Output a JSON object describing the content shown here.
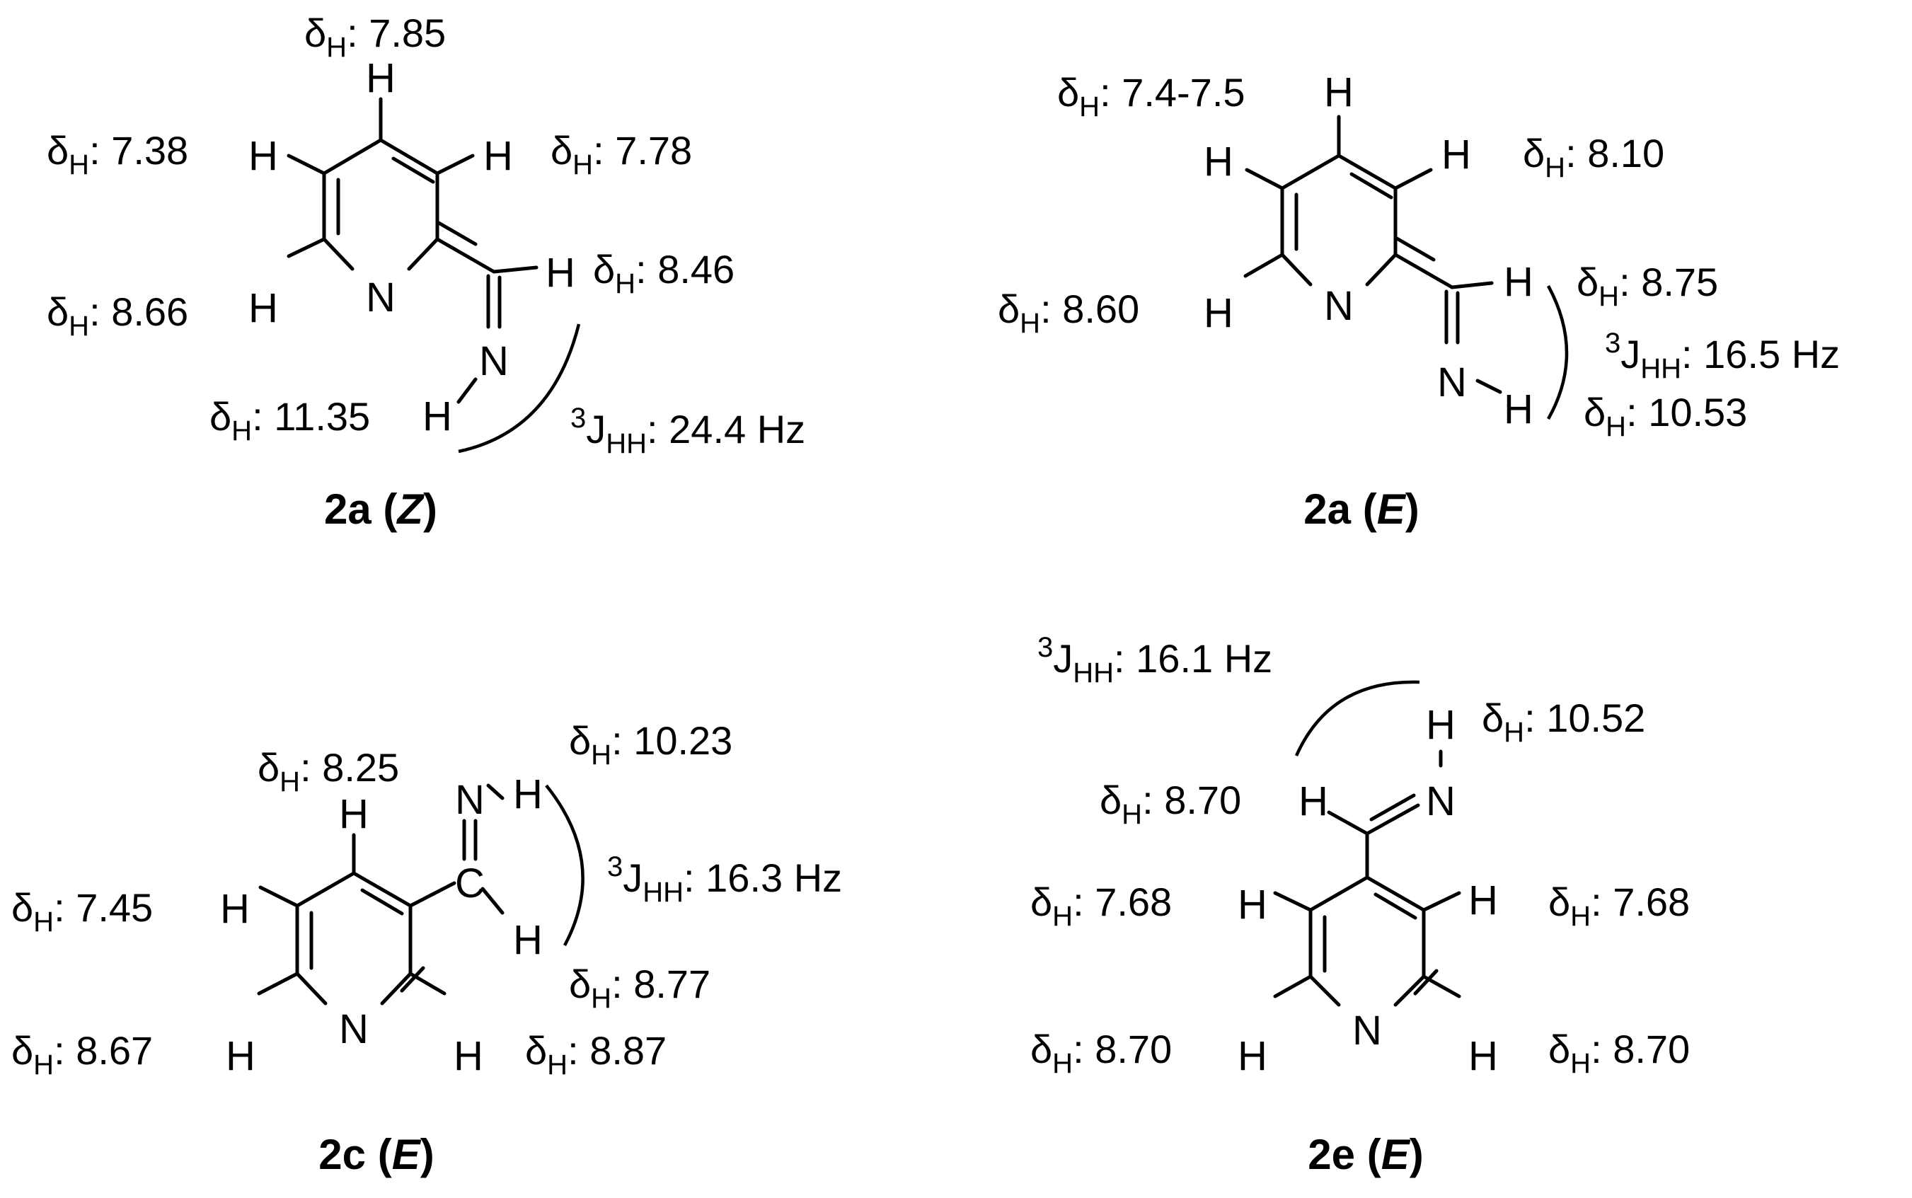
{
  "labels": {
    "delta_prefix": "δ",
    "delta_sub": "H",
    "j_sup": "3",
    "j_letter": "J",
    "j_sub": "HH",
    "sep": ": ",
    "unit_hz": " Hz"
  },
  "atoms": {
    "H": "H",
    "N": "N",
    "C": "C"
  },
  "compounds": [
    {
      "id": "2a-Z",
      "caption_label": "2a",
      "caption_config": "Z",
      "shifts": [
        "7.85",
        "7.38",
        "7.78",
        "8.66",
        "8.46",
        "11.35"
      ],
      "coupling": "24.4"
    },
    {
      "id": "2a-E",
      "caption_label": "2a",
      "caption_config": "E",
      "shifts": [
        "7.4-7.5",
        "8.10",
        "8.60",
        "8.75",
        "10.53"
      ],
      "coupling": "16.5"
    },
    {
      "id": "2c-E",
      "caption_label": "2c",
      "caption_config": "E",
      "shifts": [
        "8.25",
        "10.23",
        "7.45",
        "8.77",
        "8.67",
        "8.87"
      ],
      "coupling": "16.3"
    },
    {
      "id": "2e-E",
      "caption_label": "2e",
      "caption_config": "E",
      "shifts": [
        "10.52",
        "8.70",
        "7.68",
        "7.68",
        "8.70",
        "8.70"
      ],
      "coupling": "16.1"
    }
  ]
}
